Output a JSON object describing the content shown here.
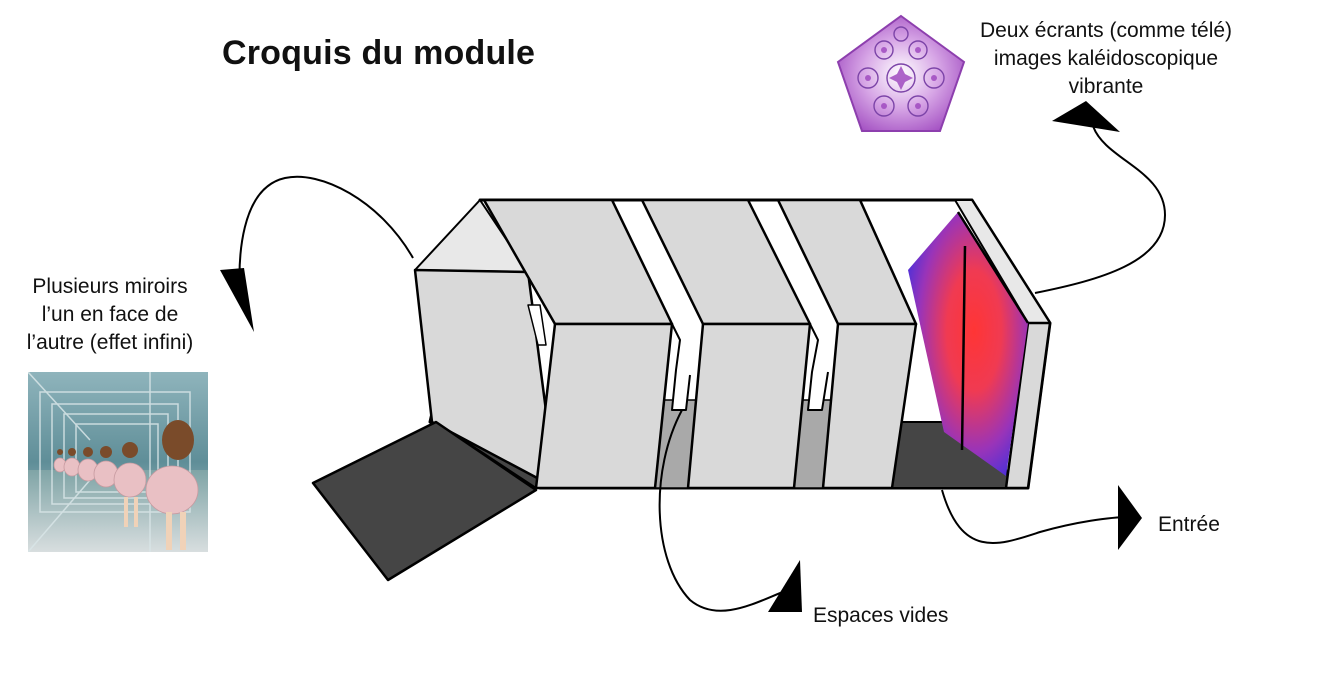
{
  "title": "Croquis du module",
  "labels": {
    "mirrors": [
      "Plusieurs miroirs",
      "l’un en face de",
      "l’autre (effet infini)"
    ],
    "screens": [
      "Deux écrants (comme télé)",
      "images kaléidoscopique",
      "vibrante"
    ],
    "entry": "Entrée",
    "empty_spaces": "Espaces vides"
  },
  "images": {
    "mirror_photo": "infinite-mirror-room-photo",
    "kaleidoscope": "kaleidoscope-pentagon"
  },
  "colors": {
    "panel_fill": "#d9d9d9",
    "floor_fill": "#454545",
    "gap_fill": "#a9a9a9",
    "screen_center": "#ff3535",
    "screen_edge": "#3a2fe0",
    "kaleidoscope_purple": "#a04bc0"
  }
}
